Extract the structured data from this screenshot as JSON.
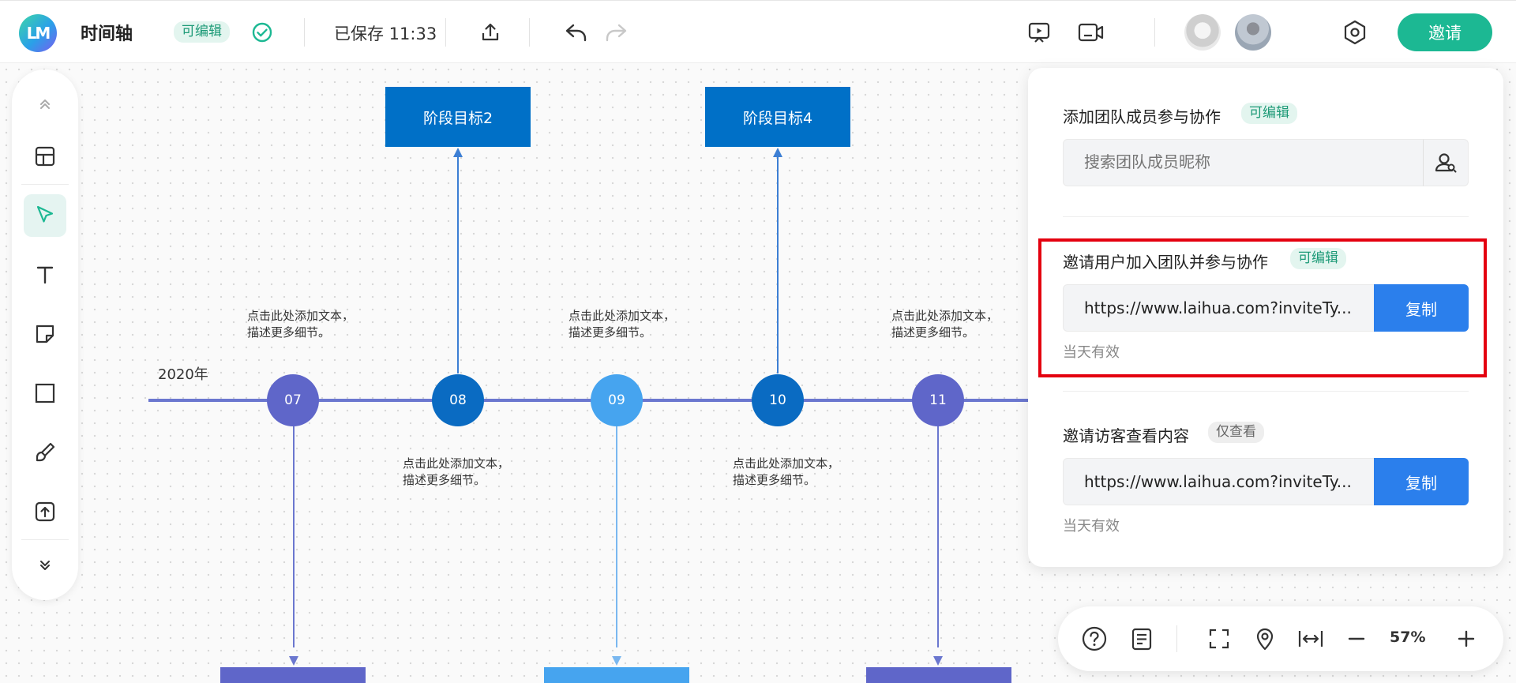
{
  "header": {
    "doc_title": "时间轴",
    "edit_badge": "可编辑",
    "saved_status": "已保存 11:33",
    "invite_label": "邀请",
    "icons": [
      "check-circle-icon",
      "export-icon",
      "undo-icon",
      "redo-icon",
      "presentation-icon",
      "video-icon",
      "settings-icon"
    ]
  },
  "canvas": {
    "year_label": "2020年",
    "nodes": [
      "07",
      "08",
      "09",
      "10",
      "11"
    ],
    "goals": [
      "阶段目标2",
      "阶段目标4"
    ],
    "note_text": "点击此处添加文本，\n描述更多细节。",
    "colors": {
      "node_purple": "#5f66c9",
      "node_blue": "#0a6bc2",
      "node_light": "#46a4ef",
      "goal_box": "#0070c7",
      "line": "#6b77cf"
    }
  },
  "share_panel": {
    "add_member_title": "添加团队成员参与协作",
    "add_member_badge": "可编辑",
    "search_placeholder": "搜索团队成员昵称",
    "invite_user_title": "邀请用户加入团队并参与协作",
    "invite_user_badge": "可编辑",
    "invite_user_link": "https://www.laihua.com?inviteTy...",
    "copy_label": "复制",
    "valid_text": "当天有效",
    "invite_guest_title": "邀请访客查看内容",
    "invite_guest_badge": "仅查看",
    "invite_guest_link": "https://www.laihua.com?inviteTy...",
    "copy_label_2": "复制",
    "valid_text_2": "当天有效"
  },
  "zoom_toolbar": {
    "zoom_level": "57%",
    "icons": [
      "help-icon",
      "notes-icon",
      "fullscreen-icon",
      "location-icon",
      "fit-width-icon",
      "zoom-out-icon",
      "zoom-in-icon"
    ]
  }
}
